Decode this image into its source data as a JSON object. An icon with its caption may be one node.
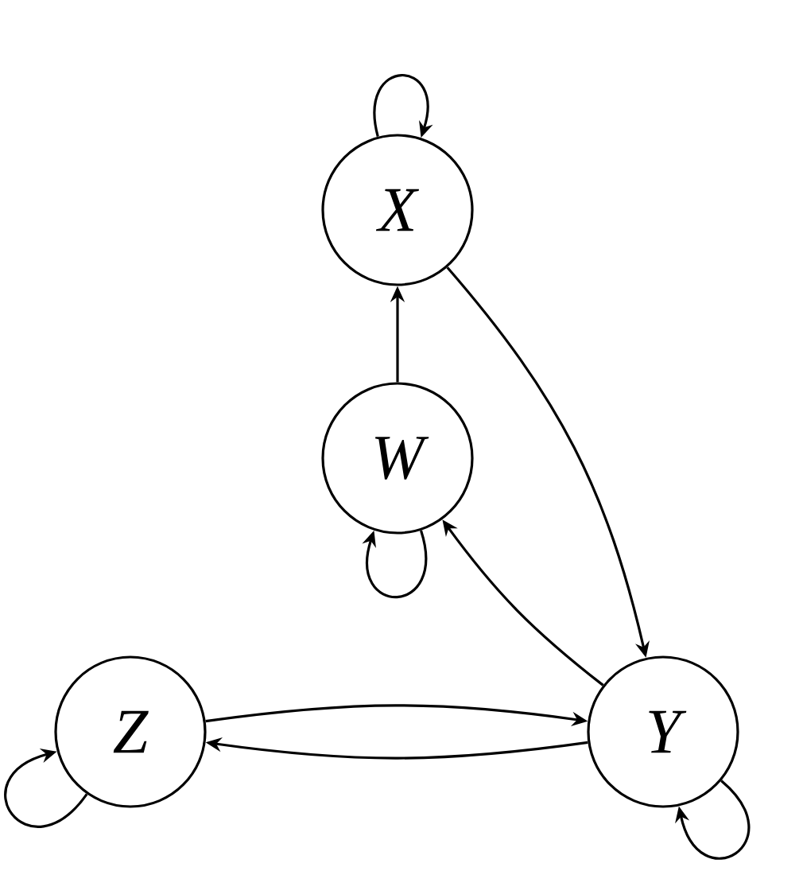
{
  "diagram": {
    "nodes": [
      {
        "text": [
          "X"
        ]
      },
      {
        "text": [
          "W"
        ]
      },
      {
        "text": [
          "Z"
        ]
      },
      {
        "text": [
          "Y"
        ]
      }
    ],
    "edges": [
      {
        "from": 0,
        "to": 0,
        "arrow": "to"
      },
      {
        "from": 1,
        "to": 0,
        "arrow": "to"
      },
      {
        "from": 0,
        "to": 3,
        "arrow": "to"
      },
      {
        "from": 3,
        "to": 1,
        "arrow": "to"
      },
      {
        "from": 1,
        "to": 1,
        "arrow": "to"
      },
      {
        "from": 2,
        "to": 3,
        "arrow": "to"
      },
      {
        "from": 3,
        "to": 2,
        "arrow": "to"
      },
      {
        "from": 2,
        "to": 2,
        "arrow": "to"
      },
      {
        "from": 3,
        "to": 3,
        "arrow": "to"
      }
    ]
  }
}
